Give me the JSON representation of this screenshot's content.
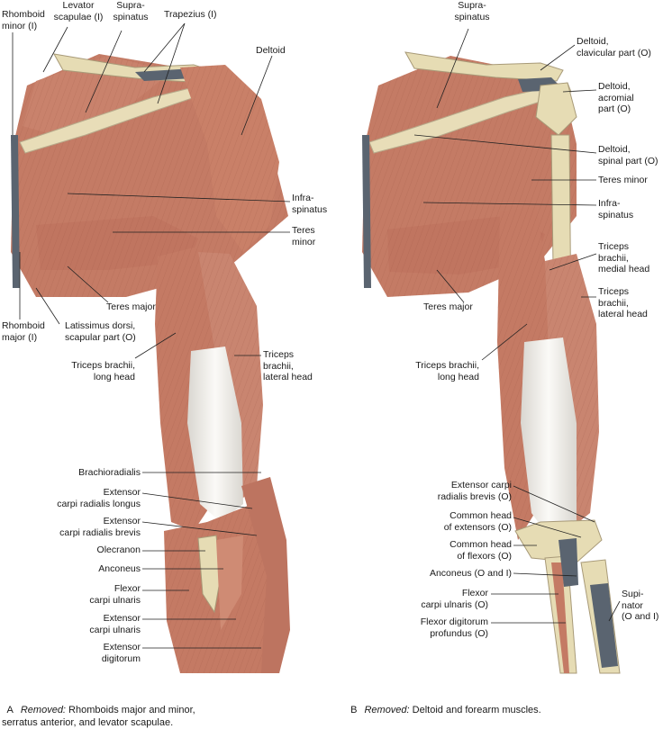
{
  "panel_a": {
    "labels": {
      "rhomboid_minor": "Rhomboid\nminor (I)",
      "levator_scapulae": "Levator\nscapulae (I)",
      "supraspinatus": "Supra-\nspinatus",
      "trapezius": "Trapezius (I)",
      "deltoid": "Deltoid",
      "infraspinatus": "Infra-\nspinatus",
      "teres_minor": "Teres\nminor",
      "teres_major": "Teres major",
      "rhomboid_major": "Rhomboid\nmajor (I)",
      "latissimus_dorsi": "Latissimus dorsi,\nscapular part (O)",
      "triceps_long_head": "Triceps brachii,\nlong head",
      "triceps_lateral_head": "Triceps\nbrachii,\nlateral head",
      "brachioradialis": "Brachioradialis",
      "ecr_longus": "Extensor\ncarpi radialis longus",
      "ecr_brevis": "Extensor\ncarpi radialis brevis",
      "olecranon": "Olecranon",
      "anconeus": "Anconeus",
      "fcu": "Flexor\ncarpi ulnaris",
      "ecu": "Extensor\ncarpi ulnaris",
      "ext_digitorum": "Extensor\ndigitorum"
    },
    "caption": {
      "letter": "A",
      "removed": "Removed:",
      "text": " Rhomboids major and minor,\nserratus anterior, and levator scapulae."
    }
  },
  "panel_b": {
    "labels": {
      "supraspinatus": "Supra-\nspinatus",
      "deltoid_clavicular": "Deltoid,\nclavicular part (O)",
      "deltoid_acromial": "Deltoid,\nacromial\npart (O)",
      "deltoid_spinal": "Deltoid,\nspinal part (O)",
      "teres_minor": "Teres minor",
      "infraspinatus": "Infra-\nspinatus",
      "triceps_medial_head": "Triceps\nbrachii,\nmedial head",
      "triceps_lateral_head": "Triceps\nbrachii,\nlateral head",
      "teres_major": "Teres major",
      "triceps_long_head": "Triceps brachii,\nlong head",
      "ecr_brevis": "Extensor carpi\nradialis brevis (O)",
      "common_extensors": "Common head\nof extensors (O)",
      "common_flexors": "Common head\nof flexors (O)",
      "anconeus": "Anconeus (O and I)",
      "fcu": "Flexor\ncarpi ulnaris (O)",
      "fdp": "Flexor digitorum\nprofundus (O)",
      "supinator": "Supi-\nnator\n(O and I)"
    },
    "caption": {
      "letter": "B",
      "removed": "Removed:",
      "text": " Deltoid and forearm muscles."
    }
  },
  "colors": {
    "muscle": "#c9826c",
    "muscle_dark": "#a8604e",
    "muscle_light": "#e3a994",
    "tendon": "#eeeae2",
    "bone": "#e6dcb4",
    "bone_cut": "#5a6470",
    "line": "#222222"
  }
}
